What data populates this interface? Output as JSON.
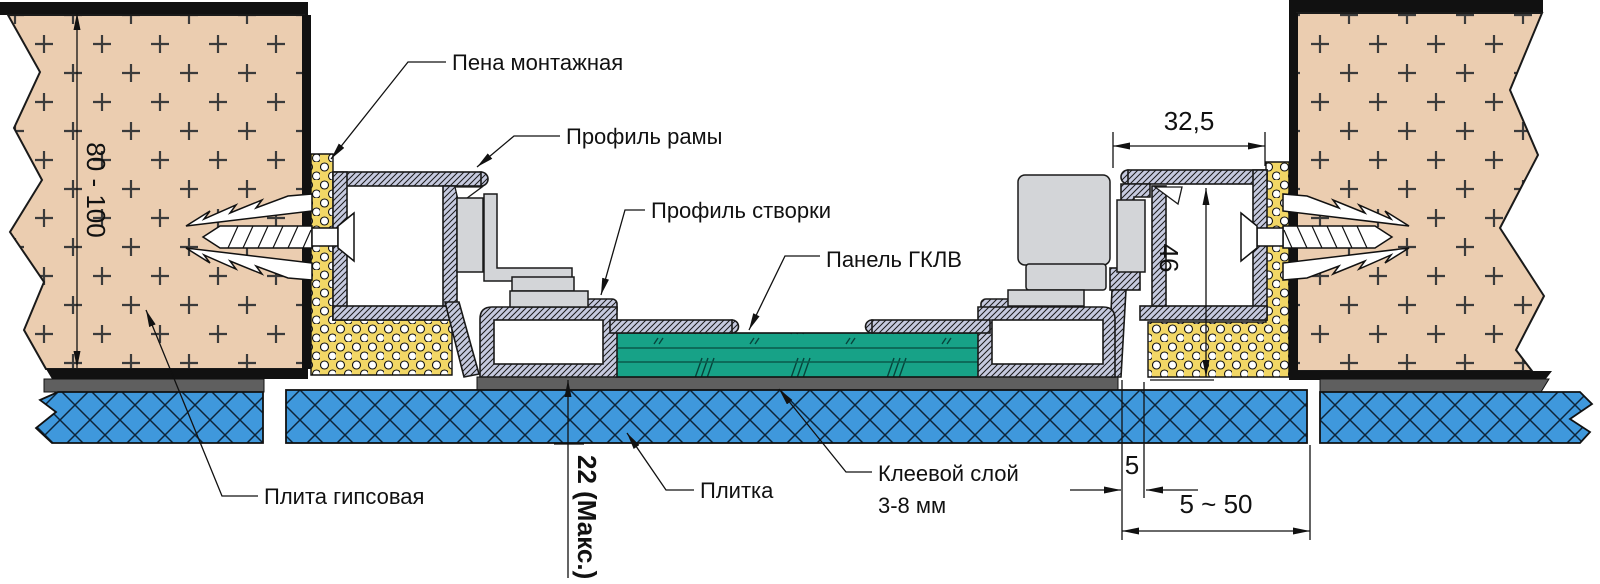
{
  "drawing": {
    "callouts": {
      "mounting_foam": "Пена монтажная",
      "frame_profile": "Профиль рамы",
      "sash_profile": "Профиль створки",
      "panel_gklv": "Панель ГКЛВ",
      "gypsum_board": "Плита гипсовая",
      "tile": "Плитка",
      "adhesive_layer_line1": "Клеевой слой",
      "adhesive_layer_line2": "3-8 мм"
    },
    "dimensions": {
      "wall_thickness": "80 - 100",
      "frame_profile_width": "32,5",
      "frame_profile_height": "46",
      "frame_to_tile_gap": "5",
      "tile_clearance_range": "5 ~ 50",
      "tile_bed_max": "22 (Макс.)"
    },
    "colors": {
      "wall_fill": "#EBCDB0",
      "foam_fill": "#F2D766",
      "aluminum_fill": "#C6CADF",
      "tile_fill": "#3F98DC",
      "panel_fill": "#17A287",
      "adhesive_fill": "#5F5F5F",
      "hardware_fill": "#D3D5D8",
      "line_color": "#111111"
    }
  }
}
